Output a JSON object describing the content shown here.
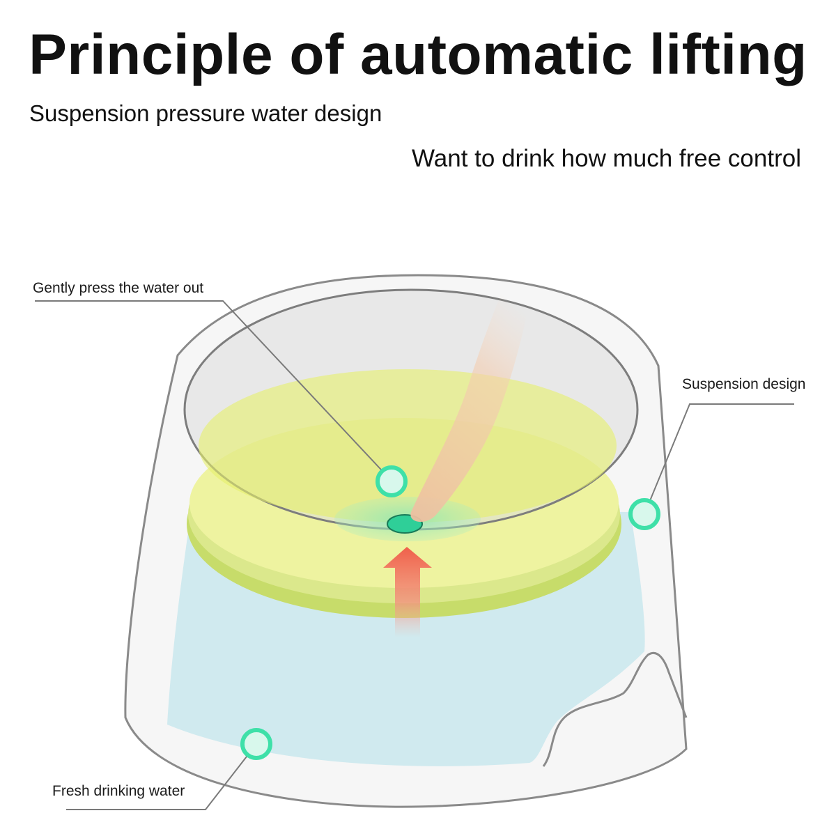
{
  "header": {
    "title": "Principle of automatic lifting",
    "subtitle": "Suspension pressure water design",
    "tagline": "Want to drink how much free control"
  },
  "callouts": {
    "press": "Gently press the water out",
    "suspension": "Suspension design",
    "fresh": "Fresh drinking water"
  },
  "colors": {
    "water": "#cde9ee",
    "float_plate": "#eef3a0",
    "float_rim": "#c7dc6a",
    "marker": "#3ee0a8",
    "arrow": "#f0705a",
    "finger": "#f2c8a8",
    "outline": "#8a8a8a"
  }
}
